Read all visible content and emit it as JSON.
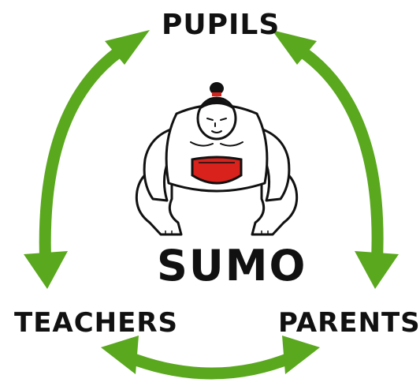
{
  "diagram": {
    "center_label": "SUMO",
    "nodes": {
      "top": "PUPILS",
      "bottom_left": "TEACHERS",
      "bottom_right": "PARENTS"
    },
    "arrow_color": "#5aa81e",
    "accent_red": "#d9221c",
    "figure_name": "sumo-wrestler-figure"
  }
}
